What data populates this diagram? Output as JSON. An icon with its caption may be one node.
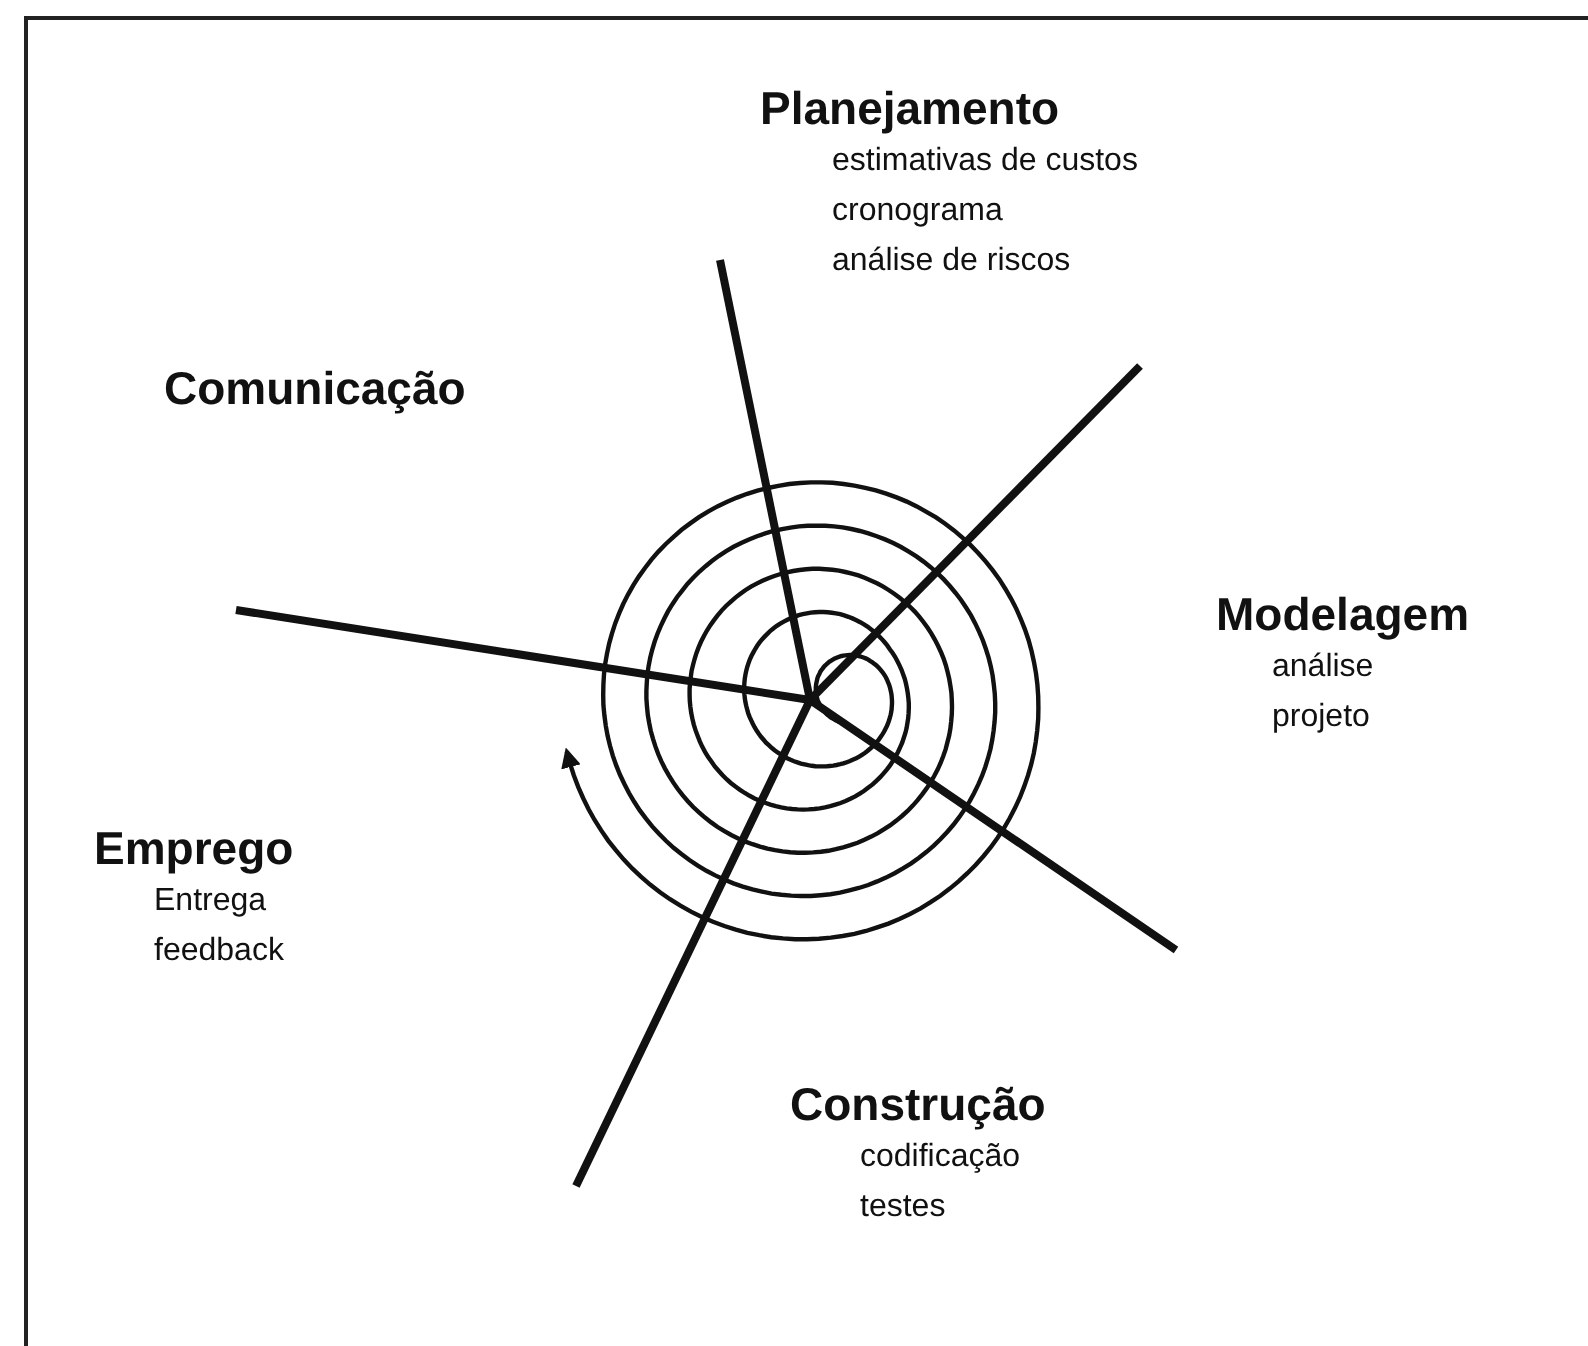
{
  "diagram": {
    "nodes": [
      {
        "text": [
          "Planejamento",
          "estimativas de custos",
          "cronograma",
          "análise de riscos"
        ]
      },
      {
        "text": [
          "Comunicação"
        ]
      },
      {
        "text": [
          "Modelagem",
          "análise",
          "projeto"
        ]
      },
      {
        "text": [
          "Emprego",
          "Entrega",
          "feedback"
        ]
      },
      {
        "text": [
          "Construção",
          "codificação",
          "testes"
        ]
      }
    ]
  }
}
